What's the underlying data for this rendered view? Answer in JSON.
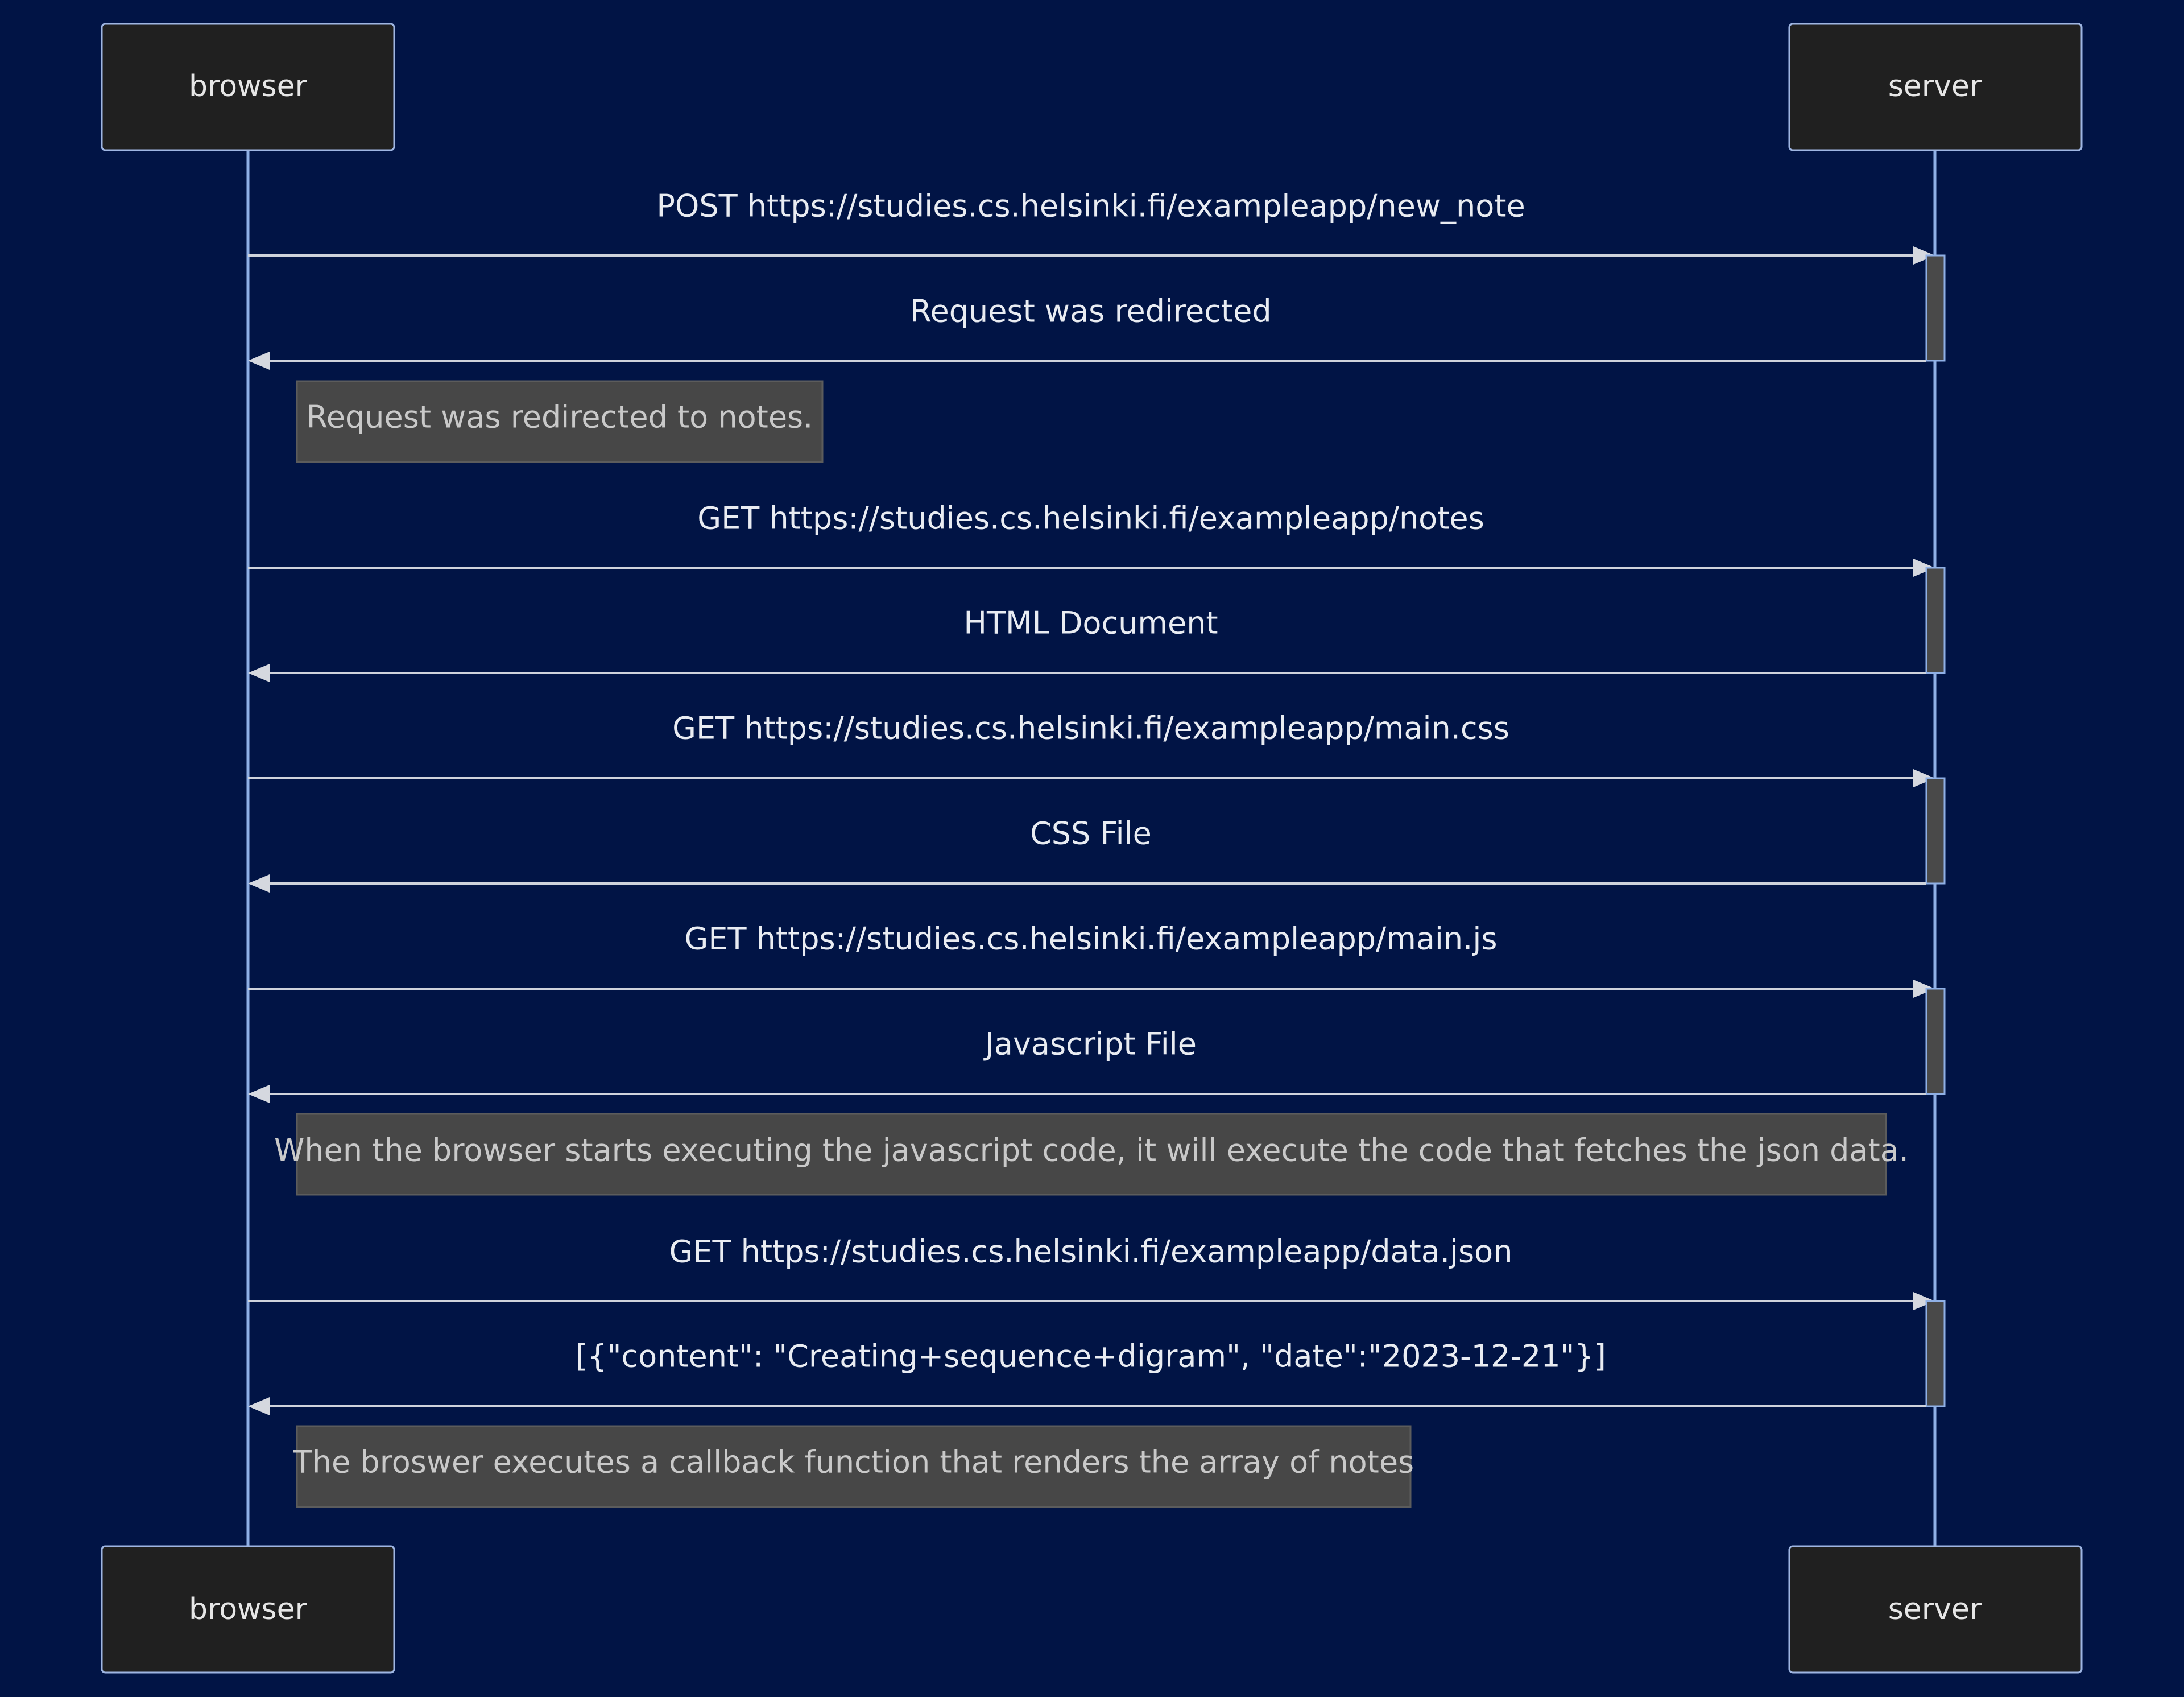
{
  "participants": {
    "browser": "browser",
    "server": "server"
  },
  "messages": [
    {
      "text": "POST https://studies.cs.helsinki.fi/exampleapp/new_note",
      "from": "browser",
      "to": "server"
    },
    {
      "text": "Request was redirected",
      "from": "server",
      "to": "browser"
    },
    {
      "text": "GET https://studies.cs.helsinki.fi/exampleapp/notes",
      "from": "browser",
      "to": "server"
    },
    {
      "text": "HTML Document",
      "from": "server",
      "to": "browser"
    },
    {
      "text": "GET https://studies.cs.helsinki.fi/exampleapp/main.css",
      "from": "browser",
      "to": "server"
    },
    {
      "text": "CSS File",
      "from": "server",
      "to": "browser"
    },
    {
      "text": "GET https://studies.cs.helsinki.fi/exampleapp/main.js",
      "from": "browser",
      "to": "server"
    },
    {
      "text": "Javascript File",
      "from": "server",
      "to": "browser"
    },
    {
      "text": "GET https://studies.cs.helsinki.fi/exampleapp/data.json",
      "from": "browser",
      "to": "server"
    },
    {
      "text": "[{\"content\": \"Creating+sequence+digram\", \"date\":\"2023-12-21\"}]",
      "from": "server",
      "to": "browser"
    }
  ],
  "notes": [
    {
      "text": "Request was redirected to notes."
    },
    {
      "text": "When the browser starts executing the javascript code, it will execute the code that fetches the json data."
    },
    {
      "text": "The broswer executes a callback function that renders the array of notes"
    }
  ],
  "colors": {
    "background": "#011445",
    "actor_fill": "#202020",
    "line": "#8fb0e6",
    "note_fill": "#474747"
  }
}
